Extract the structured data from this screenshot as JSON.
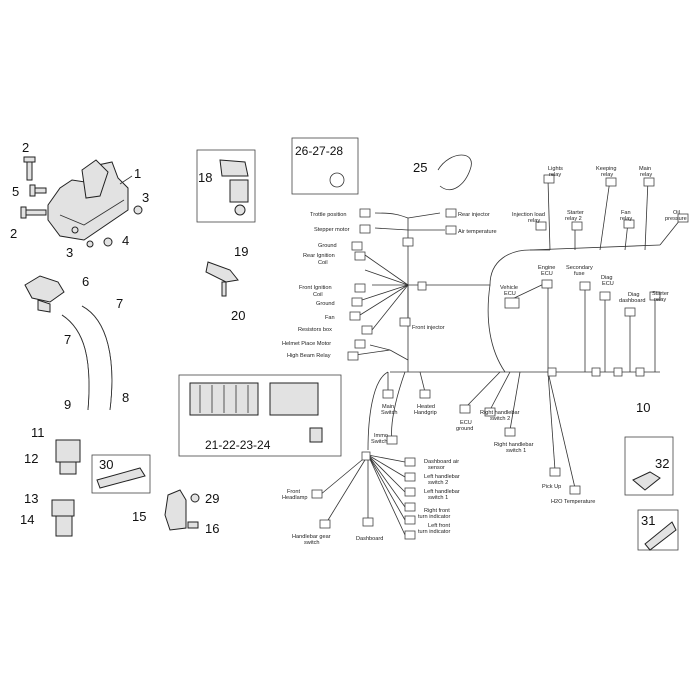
{
  "parts": [
    {
      "id": "p1",
      "text": "1"
    },
    {
      "id": "p2a",
      "text": "2"
    },
    {
      "id": "p2b",
      "text": "2"
    },
    {
      "id": "p3a",
      "text": "3"
    },
    {
      "id": "p3b",
      "text": "3"
    },
    {
      "id": "p4",
      "text": "4"
    },
    {
      "id": "p5",
      "text": "5"
    },
    {
      "id": "p6",
      "text": "6"
    },
    {
      "id": "p7a",
      "text": "7"
    },
    {
      "id": "p7b",
      "text": "7"
    },
    {
      "id": "p8",
      "text": "8"
    },
    {
      "id": "p9",
      "text": "9"
    },
    {
      "id": "p10",
      "text": "10"
    },
    {
      "id": "p11",
      "text": "11"
    },
    {
      "id": "p12",
      "text": "12"
    },
    {
      "id": "p13",
      "text": "13"
    },
    {
      "id": "p14",
      "text": "14"
    },
    {
      "id": "p15",
      "text": "15"
    },
    {
      "id": "p16",
      "text": "16"
    },
    {
      "id": "p18",
      "text": "18"
    },
    {
      "id": "p19",
      "text": "19"
    },
    {
      "id": "p20",
      "text": "20"
    },
    {
      "id": "p25",
      "text": "25"
    },
    {
      "id": "p29",
      "text": "29"
    },
    {
      "id": "p30",
      "text": "30"
    },
    {
      "id": "p31",
      "text": "31"
    },
    {
      "id": "p32",
      "text": "32"
    },
    {
      "id": "p2628",
      "text": "26-27-28"
    },
    {
      "id": "p2124",
      "text": "21-22-23-24"
    }
  ],
  "connectors": [
    {
      "id": "c_throttle",
      "text": "Trottle position"
    },
    {
      "id": "c_stepper",
      "text": "Stepper motor"
    },
    {
      "id": "c_rearinj",
      "text": "Rear injector"
    },
    {
      "id": "c_airtemp",
      "text": "Air temperature"
    },
    {
      "id": "c_ground1",
      "text": "Ground"
    },
    {
      "id": "c_rearcoil1",
      "text": "Rear Ignition"
    },
    {
      "id": "c_rearcoil2",
      "text": "Coil"
    },
    {
      "id": "c_frontcoil1",
      "text": "Front Ignition"
    },
    {
      "id": "c_frontcoil2",
      "text": "Coil"
    },
    {
      "id": "c_ground2",
      "text": "Ground"
    },
    {
      "id": "c_fan",
      "text": "Fan"
    },
    {
      "id": "c_resistors",
      "text": "Resistors box"
    },
    {
      "id": "c_helmet",
      "text": "Helmet Piace Motor"
    },
    {
      "id": "c_highbeam",
      "text": "High Beam Relay"
    },
    {
      "id": "c_frontinj",
      "text": "Front injector"
    },
    {
      "id": "c_injload1",
      "text": "Injection load"
    },
    {
      "id": "c_injload2",
      "text": "relay"
    },
    {
      "id": "c_lights1",
      "text": "Lights"
    },
    {
      "id": "c_lights2",
      "text": "relay"
    },
    {
      "id": "c_keeping1",
      "text": "Keeping"
    },
    {
      "id": "c_keeping2",
      "text": "relay"
    },
    {
      "id": "c_main1",
      "text": "Main"
    },
    {
      "id": "c_main2",
      "text": "relay"
    },
    {
      "id": "c_starter2a",
      "text": "Starter"
    },
    {
      "id": "c_starter2b",
      "text": "relay 2"
    },
    {
      "id": "c_fanrelay1",
      "text": "Fan"
    },
    {
      "id": "c_fanrelay2",
      "text": "relay"
    },
    {
      "id": "c_oil1",
      "text": "Oil"
    },
    {
      "id": "c_oil2",
      "text": "pressure"
    },
    {
      "id": "c_vecu1",
      "text": "Vehicle"
    },
    {
      "id": "c_vecu2",
      "text": "ECU"
    },
    {
      "id": "c_eecu1",
      "text": "Engine"
    },
    {
      "id": "c_eecu2",
      "text": "ECU"
    },
    {
      "id": "c_secfuse1",
      "text": "Secondary"
    },
    {
      "id": "c_secfuse2",
      "text": "fuse"
    },
    {
      "id": "c_diagecu1",
      "text": "Diag"
    },
    {
      "id": "c_diagecu2",
      "text": "ECU"
    },
    {
      "id": "c_diagdash1",
      "text": "Diag"
    },
    {
      "id": "c_diagdash2",
      "text": "dashboard"
    },
    {
      "id": "c_starter1a",
      "text": "Starter"
    },
    {
      "id": "c_starter1b",
      "text": "relay"
    },
    {
      "id": "c_mainsw1",
      "text": "Main"
    },
    {
      "id": "c_mainsw2",
      "text": "Switch"
    },
    {
      "id": "c_heated1",
      "text": "Heated"
    },
    {
      "id": "c_heated2",
      "text": "Handgrip"
    },
    {
      "id": "c_immo1",
      "text": "Immo"
    },
    {
      "id": "c_immo2",
      "text": "Switch"
    },
    {
      "id": "c_ecugnd1",
      "text": "ECU"
    },
    {
      "id": "c_ecugnd2",
      "text": "ground"
    },
    {
      "id": "c_rhs2a",
      "text": "Right handlebar"
    },
    {
      "id": "c_rhs2b",
      "text": "switch 2"
    },
    {
      "id": "c_rhs1a",
      "text": "Right handlebar"
    },
    {
      "id": "c_rhs1b",
      "text": "switch 1"
    },
    {
      "id": "c_pickup",
      "text": "Pick Up"
    },
    {
      "id": "c_h2o",
      "text": "H2O Temperature"
    },
    {
      "id": "c_dashair1",
      "text": "Dashboard air"
    },
    {
      "id": "c_dashair2",
      "text": "sensor"
    },
    {
      "id": "c_lhs2a",
      "text": "Left handlebar"
    },
    {
      "id": "c_lhs2b",
      "text": "switch 2"
    },
    {
      "id": "c_lhs1a",
      "text": "Left handlebar"
    },
    {
      "id": "c_lhs1b",
      "text": "switch 1"
    },
    {
      "id": "c_rturn1",
      "text": "Right front"
    },
    {
      "id": "c_rturn2",
      "text": "turn indicator"
    },
    {
      "id": "c_lturn1",
      "text": "Left front"
    },
    {
      "id": "c_lturn2",
      "text": "turn indicator"
    },
    {
      "id": "c_fhead1",
      "text": "Front"
    },
    {
      "id": "c_fhead2",
      "text": "Headlamp"
    },
    {
      "id": "c_hgear1",
      "text": "Handlebar gear"
    },
    {
      "id": "c_hgear2",
      "text": "switch"
    },
    {
      "id": "c_dashboard",
      "text": "Dashboard"
    }
  ],
  "colors": {
    "line": "#333333",
    "part": "#e2e2e2",
    "background": "#ffffff"
  }
}
